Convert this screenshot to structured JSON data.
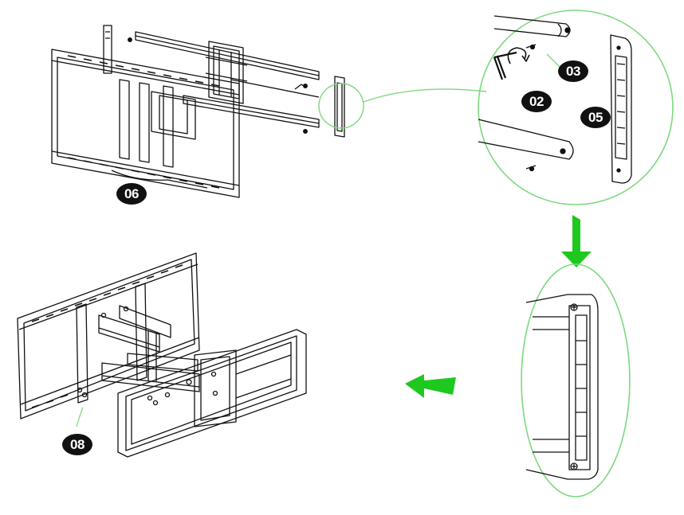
{
  "labels": {
    "tv_mount_assembly": "06",
    "hex_key": "02",
    "end_cap_screw": "03",
    "arm_end_cap": "05",
    "final_assembly": "08"
  },
  "colors": {
    "line": "#111111",
    "callout_circle": "#7ed87e",
    "arrow": "#1ec81e",
    "label_bg": "#111111",
    "label_text": "#ffffff"
  },
  "icons": {
    "rotate": "rotate-arrow-icon",
    "down_arrow": "arrow-down-icon",
    "left_arrow": "arrow-left-icon"
  }
}
